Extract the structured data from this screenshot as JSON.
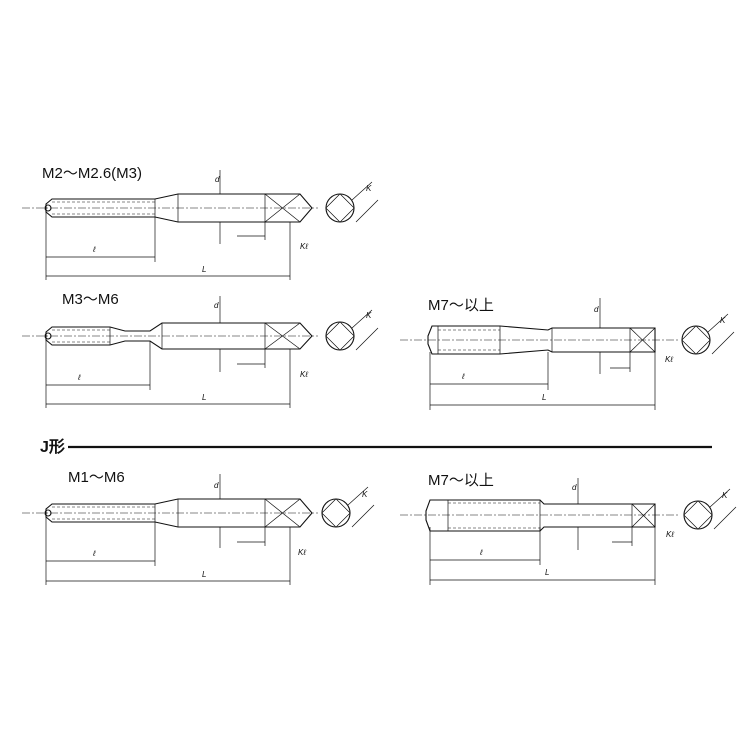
{
  "titles": {
    "t1": "M2～M2.6(M3)",
    "t2": "M3～M6",
    "t3": "M7～以上",
    "j_type": "J形",
    "t4": "M1～M6",
    "t5": "M7～以上"
  },
  "dims": {
    "d": "d",
    "l": "ℓ",
    "L": "L",
    "K": "K",
    "Kl": "Kℓ"
  }
}
